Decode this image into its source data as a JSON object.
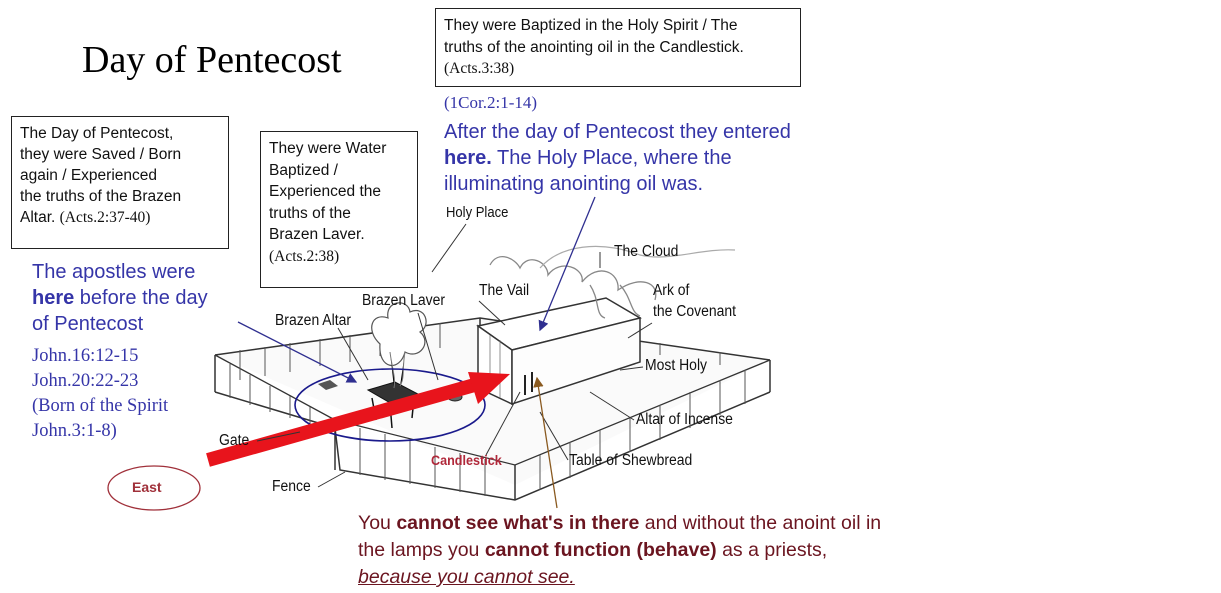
{
  "title": "Day of Pentecost",
  "boxes": {
    "baptized_spirit": {
      "line1": "They were Baptized in the Holy Spirit / The",
      "line2": "truths of the anointing oil in the Candlestick.",
      "ref": "(Acts.3:38)"
    },
    "saved": {
      "line1": "The Day of Pentecost,",
      "line2": "they were Saved / Born",
      "line3": "again / Experienced",
      "line4": "the truths of the Brazen",
      "line5_text": "Altar.",
      "ref": "(Acts.2:37-40)"
    },
    "water": {
      "line1": "They were Water",
      "line2": "Baptized /",
      "line3": "Experienced the",
      "line4": "truths of the",
      "line5": "Brazen Laver.",
      "ref": "(Acts.2:38)"
    }
  },
  "notes": {
    "holy_place": {
      "ref": "(1Cor.2:1-14)",
      "line1": "After the day of Pentecost they entered",
      "here": "here.",
      "line2_rest": " The Holy Place, where the",
      "line3": "illuminating anointing oil was."
    },
    "apostles": {
      "line1": "The apostles were",
      "here": "here",
      "line2_rest": " before the day",
      "line3": "of Pentecost",
      "refs": [
        "John.16:12-15",
        "John.20:22-23",
        "(Born of the Spirit",
        "John.3:1-8)"
      ]
    },
    "bottom": {
      "p1": "You ",
      "b1": "cannot see what's in there",
      "p2": " and without the anoint oil in",
      "p3": "the lamps you ",
      "b2": "cannot function (behave)",
      "p4": " as a priests,",
      "p5": "because you cannot see."
    }
  },
  "labels": {
    "holy_place": "Holy Place",
    "cloud": "The Cloud",
    "vail": "The Vail",
    "ark1": "Ark of",
    "ark2": "the Covenant",
    "brazen_laver": "Brazen Laver",
    "brazen_altar": "Brazen Altar",
    "most_holy": "Most Holy",
    "altar_incense": "Altar of Incense",
    "table_shewbread": "Table of Shewbread",
    "candlestick": "Candlestick",
    "gate": "Gate",
    "fence": "Fence",
    "east": "East"
  },
  "colors": {
    "arrow": "#e8141c",
    "note_blue": "#3535a8",
    "maroon": "#6b1520",
    "candlestick": "#b0283a",
    "east_oval": "#a0303a"
  }
}
